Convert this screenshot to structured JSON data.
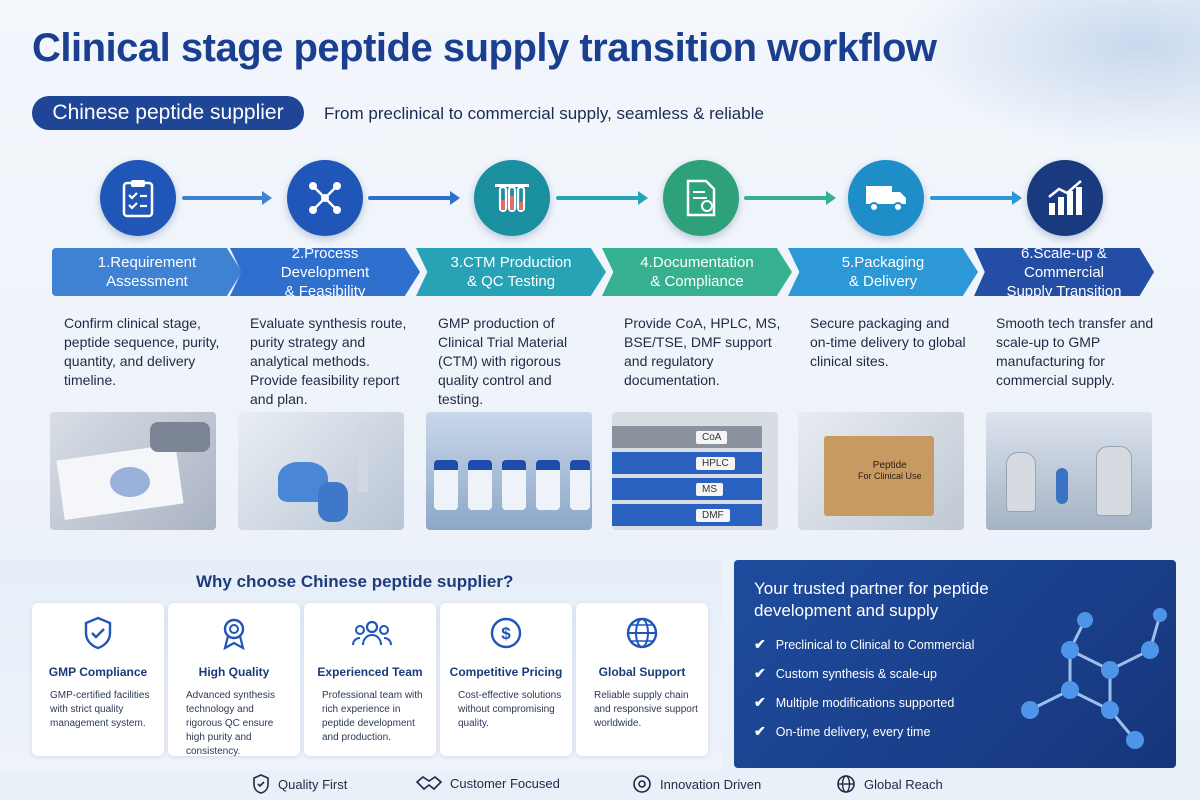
{
  "title": "Clinical stage peptide supply transition workflow",
  "pill_label": "Chinese peptide supplier",
  "tagline": "From preclinical to commercial supply, seamless & reliable",
  "steps": [
    {
      "label": "1.Requirement\nAssessment",
      "desc": "Confirm clinical stage, peptide sequence, purity, quantity, and delivery timeline.",
      "icon": "clipboard-checklist-icon",
      "color": "#1f56b8",
      "chev": "#3f82d3"
    },
    {
      "label": "2.Process Development\n& Feasibility",
      "desc": "Evaluate synthesis route, purity strategy and analytical methods. Provide feasibility report and plan.",
      "icon": "molecule-network-icon",
      "color": "#1f56b8",
      "chev": "#2f6fce"
    },
    {
      "label": "3.CTM Production\n& QC Testing",
      "desc": "GMP production of Clinical Trial Material (CTM) with rigorous quality control and testing.",
      "icon": "test-tubes-icon",
      "color": "#1a8fa0",
      "chev": "#27a3b5"
    },
    {
      "label": "4.Documentation\n& Compliance",
      "desc": "Provide CoA, HPLC, MS, BSE/TSE, DMF support and regulatory documentation.",
      "icon": "certificate-document-icon",
      "color": "#2ea07a",
      "chev": "#36b08e"
    },
    {
      "label": "5.Packaging\n& Delivery",
      "desc": "Secure packaging and on-time delivery to global clinical sites.",
      "icon": "delivery-truck-icon",
      "color": "#1f8ec8",
      "chev": "#2c98d6"
    },
    {
      "label": "6.Scale-up & Commercial\nSupply Transition",
      "desc": "Smooth tech transfer and scale-up to GMP manufacturing for commercial supply.",
      "icon": "growth-bar-chart-icon",
      "color": "#1a3a80",
      "chev": "#244ea6"
    }
  ],
  "photo_labels": {
    "binders": [
      "CoA",
      "HPLC",
      "MS",
      "DMF"
    ],
    "box_line1": "Peptide",
    "box_line2": "For Clinical Use"
  },
  "why": {
    "title": "Why choose Chinese peptide supplier?",
    "cards": [
      {
        "title": "GMP Compliance",
        "text": "GMP-certified facilities with strict quality management system.",
        "icon": "shield-check-icon"
      },
      {
        "title": "High Quality",
        "text": "Advanced synthesis technology and rigorous QC ensure high purity and consistency.",
        "icon": "award-ribbon-icon"
      },
      {
        "title": "Experienced Team",
        "text": "Professional team with rich experience in peptide development and production.",
        "icon": "team-people-icon"
      },
      {
        "title": "Competitive Pricing",
        "text": "Cost-effective solutions without compromising quality.",
        "icon": "dollar-coin-icon"
      },
      {
        "title": "Global Support",
        "text": "Reliable supply chain and responsive support worldwide.",
        "icon": "globe-icon"
      }
    ]
  },
  "partner": {
    "title": "Your trusted partner for peptide development and supply",
    "items": [
      "Preclinical to Clinical to Commercial",
      "Custom synthesis & scale-up",
      "Multiple modifications supported",
      "On-time delivery, every time"
    ]
  },
  "footer": [
    {
      "label": "Quality First",
      "icon": "shield-icon"
    },
    {
      "label": "Customer Focused",
      "icon": "handshake-icon"
    },
    {
      "label": "Innovation Driven",
      "icon": "innovation-gear-icon"
    },
    {
      "label": "Global Reach",
      "icon": "globe-icon"
    }
  ],
  "colors": {
    "title": "#1a3f8f",
    "pill": "#1f4596",
    "panel_blue": "#1e4c9e"
  }
}
